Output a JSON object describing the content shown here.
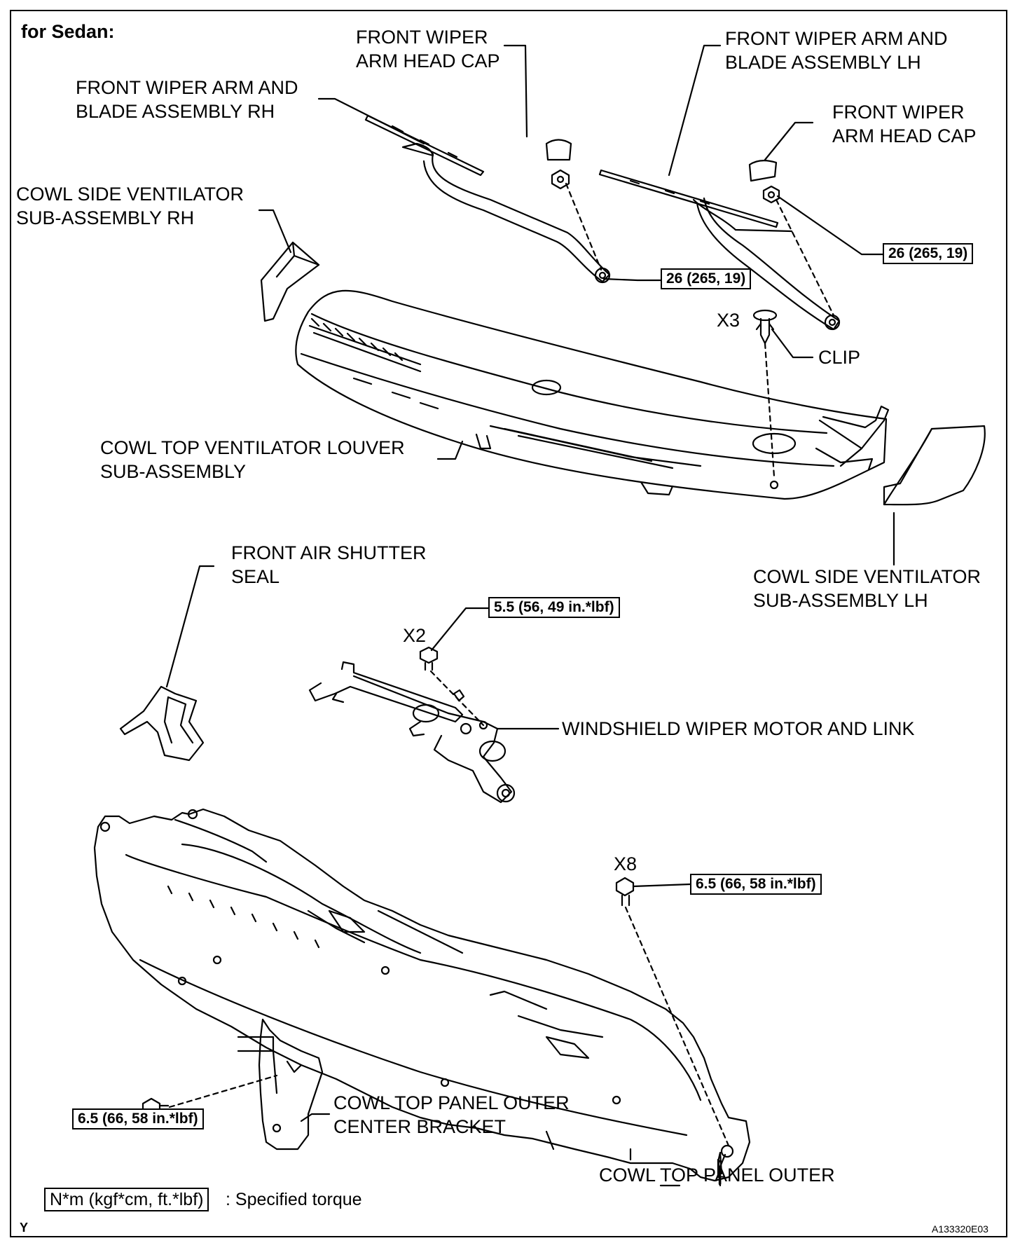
{
  "header": {
    "variant": "for Sedan:"
  },
  "labels": {
    "wiper_arm_rh": "FRONT WIPER ARM AND\nBLADE ASSEMBLY RH",
    "head_cap_center": "FRONT WIPER\nARM HEAD CAP",
    "wiper_arm_lh": "FRONT WIPER ARM AND\nBLADE ASSEMBLY LH",
    "head_cap_right": "FRONT WIPER\nARM HEAD CAP",
    "cowl_side_rh": "COWL SIDE VENTILATOR\nSUB-ASSEMBLY RH",
    "clip_count": "X3",
    "clip": "CLIP",
    "louver": "COWL TOP VENTILATOR LOUVER\nSUB-ASSEMBLY",
    "cowl_side_lh": "COWL SIDE VENTILATOR\nSUB-ASSEMBLY LH",
    "air_shutter": "FRONT AIR SHUTTER\nSEAL",
    "motor_bolt_count": "X2",
    "motor_link": "WINDSHIELD WIPER MOTOR AND LINK",
    "panel_bolt_count": "X8",
    "bracket": "COWL TOP PANEL OUTER\nCENTER BRACKET",
    "panel_outer": "COWL TOP PANEL OUTER"
  },
  "torques": {
    "arm_rh": "26 (265, 19)",
    "arm_lh": "26 (265, 19)",
    "motor": "5.5 (56, 49 in.*lbf)",
    "panel": "6.5 (66, 58 in.*lbf)",
    "bracket": "6.5 (66, 58 in.*lbf)"
  },
  "legend": {
    "box": "N*m (kgf*cm, ft.*lbf)",
    "text": ": Specified torque"
  },
  "footer": {
    "corner": "Y",
    "code": "A133320E03"
  }
}
